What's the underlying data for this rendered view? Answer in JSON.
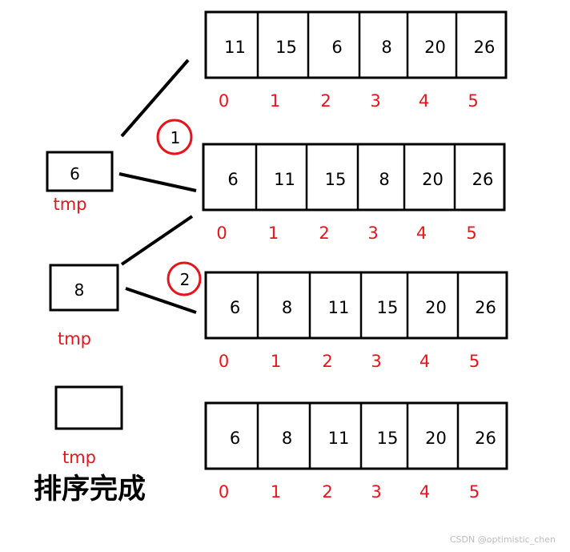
{
  "colors": {
    "stroke": "#000000",
    "red": "#e8141c",
    "watermark": "#bdbdbd"
  },
  "arrays": [
    {
      "values": [
        "11",
        "15",
        "6",
        "8",
        "20",
        "26"
      ],
      "indices": [
        "0",
        "1",
        "2",
        "3",
        "4",
        "5"
      ]
    },
    {
      "values": [
        "6",
        "11",
        "15",
        "8",
        "20",
        "26"
      ],
      "indices": [
        "0",
        "1",
        "2",
        "3",
        "4",
        "5"
      ]
    },
    {
      "values": [
        "6",
        "8",
        "11",
        "15",
        "20",
        "26"
      ],
      "indices": [
        "0",
        "1",
        "2",
        "3",
        "4",
        "5"
      ]
    },
    {
      "values": [
        "6",
        "8",
        "11",
        "15",
        "20",
        "26"
      ],
      "indices": [
        "0",
        "1",
        "2",
        "3",
        "4",
        "5"
      ]
    }
  ],
  "tmp_boxes": [
    {
      "value": "6",
      "label": "tmp"
    },
    {
      "value": "8",
      "label": "tmp"
    },
    {
      "value": "",
      "label": "tmp"
    }
  ],
  "steps": [
    "1",
    "2"
  ],
  "done_label": "排序完成",
  "watermark": "CSDN @optimistic_chen"
}
